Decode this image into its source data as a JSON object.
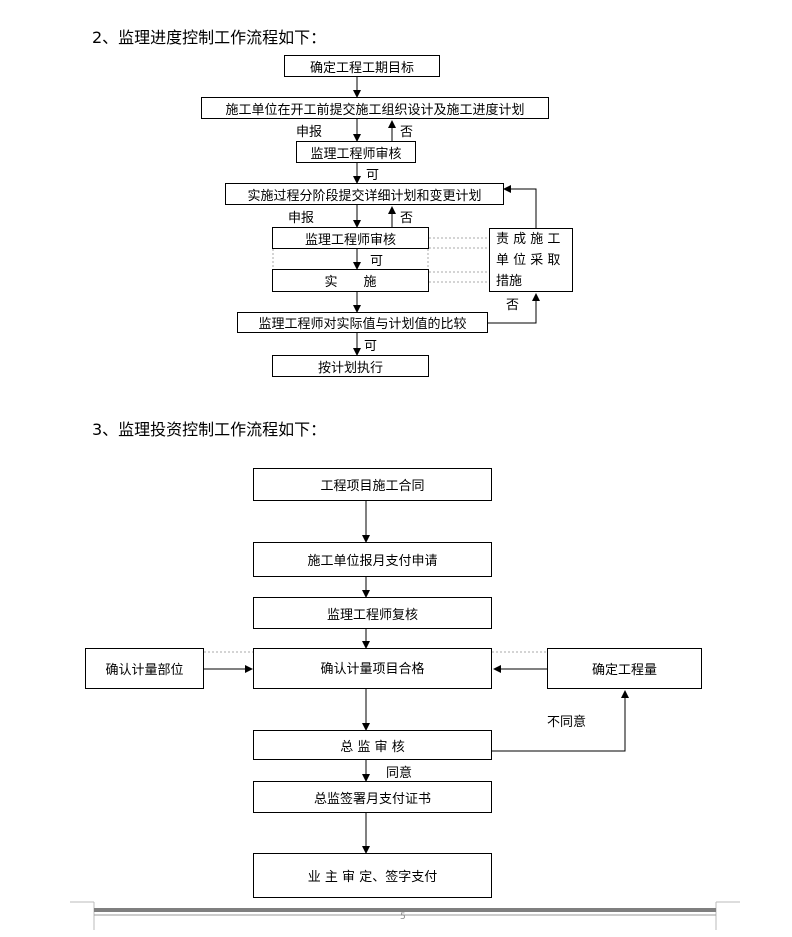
{
  "section2": {
    "heading": "2、监理进度控制工作流程如下：",
    "nodes": {
      "n1": "确定工程工期目标",
      "n2": "施工单位在开工前提交施工组织设计及施工进度计划",
      "n3": "监理工程师审核",
      "n4": "实施过程分阶段提交详细计划和变更计划",
      "n5": "监理工程师审核",
      "n6": "实　　施",
      "n7": "监理工程师对实际值与计划值的比较",
      "n8": "按计划执行",
      "side_line1": "责 成 施 工",
      "side_line2": "单 位 采 取",
      "side_line3": "措施"
    },
    "labels": {
      "report1": "申报",
      "no1": "否",
      "ok1": "可",
      "report2": "申报",
      "no2": "否",
      "ok2": "可",
      "no3": "否",
      "ok3": "可"
    }
  },
  "section3": {
    "heading": "3、监理投资控制工作流程如下：",
    "nodes": {
      "m1": "工程项目施工合同",
      "m2": "施工单位报月支付申请",
      "m3": "监理工程师复核",
      "m4": "确认计量项目合格",
      "m_left": "确认计量部位",
      "m_right": "确定工程量",
      "m5": "总 监 审 核",
      "m6": "总监签署月支付证书",
      "m7": "业 主 审 定、签字支付"
    },
    "labels": {
      "disagree": "不同意",
      "agree": "同意"
    }
  },
  "footer": {
    "page_number": "5"
  }
}
